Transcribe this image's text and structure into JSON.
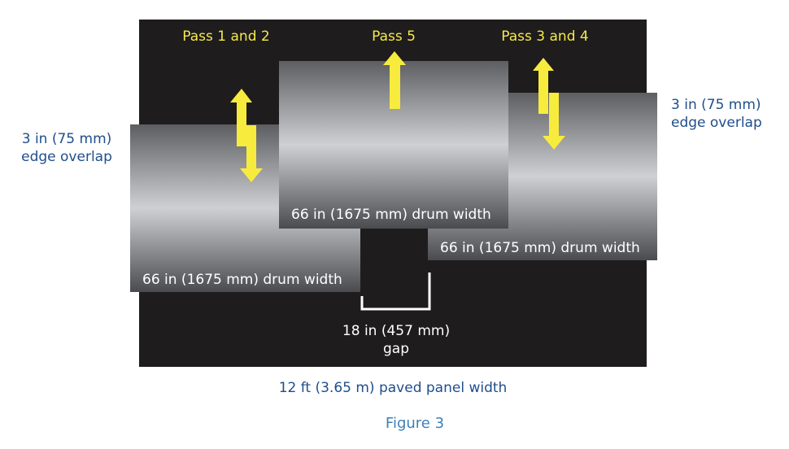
{
  "passes": {
    "pass_1_2": "Pass 1 and 2",
    "pass_5": "Pass 5",
    "pass_3_4": "Pass 3 and 4"
  },
  "overlap_left": {
    "line1": "3 in (75 mm)",
    "line2": "edge overlap"
  },
  "overlap_right": {
    "line1": "3 in (75 mm)",
    "line2": "edge overlap"
  },
  "drums": {
    "left": "66 in (1675 mm) drum width",
    "middle": "66 in (1675 mm) drum width",
    "right": "66 in (1675 mm) drum width"
  },
  "gap": {
    "line1": "18 in (457 mm)",
    "line2": "gap"
  },
  "panel_width": "12 ft (3.65 m) paved panel width",
  "caption": "Figure 3",
  "colors": {
    "panel": "#1e1c1d",
    "arrow": "#f7eb3e",
    "label_blue": "#1f4e8c",
    "caption_blue": "#3f7fb8"
  }
}
